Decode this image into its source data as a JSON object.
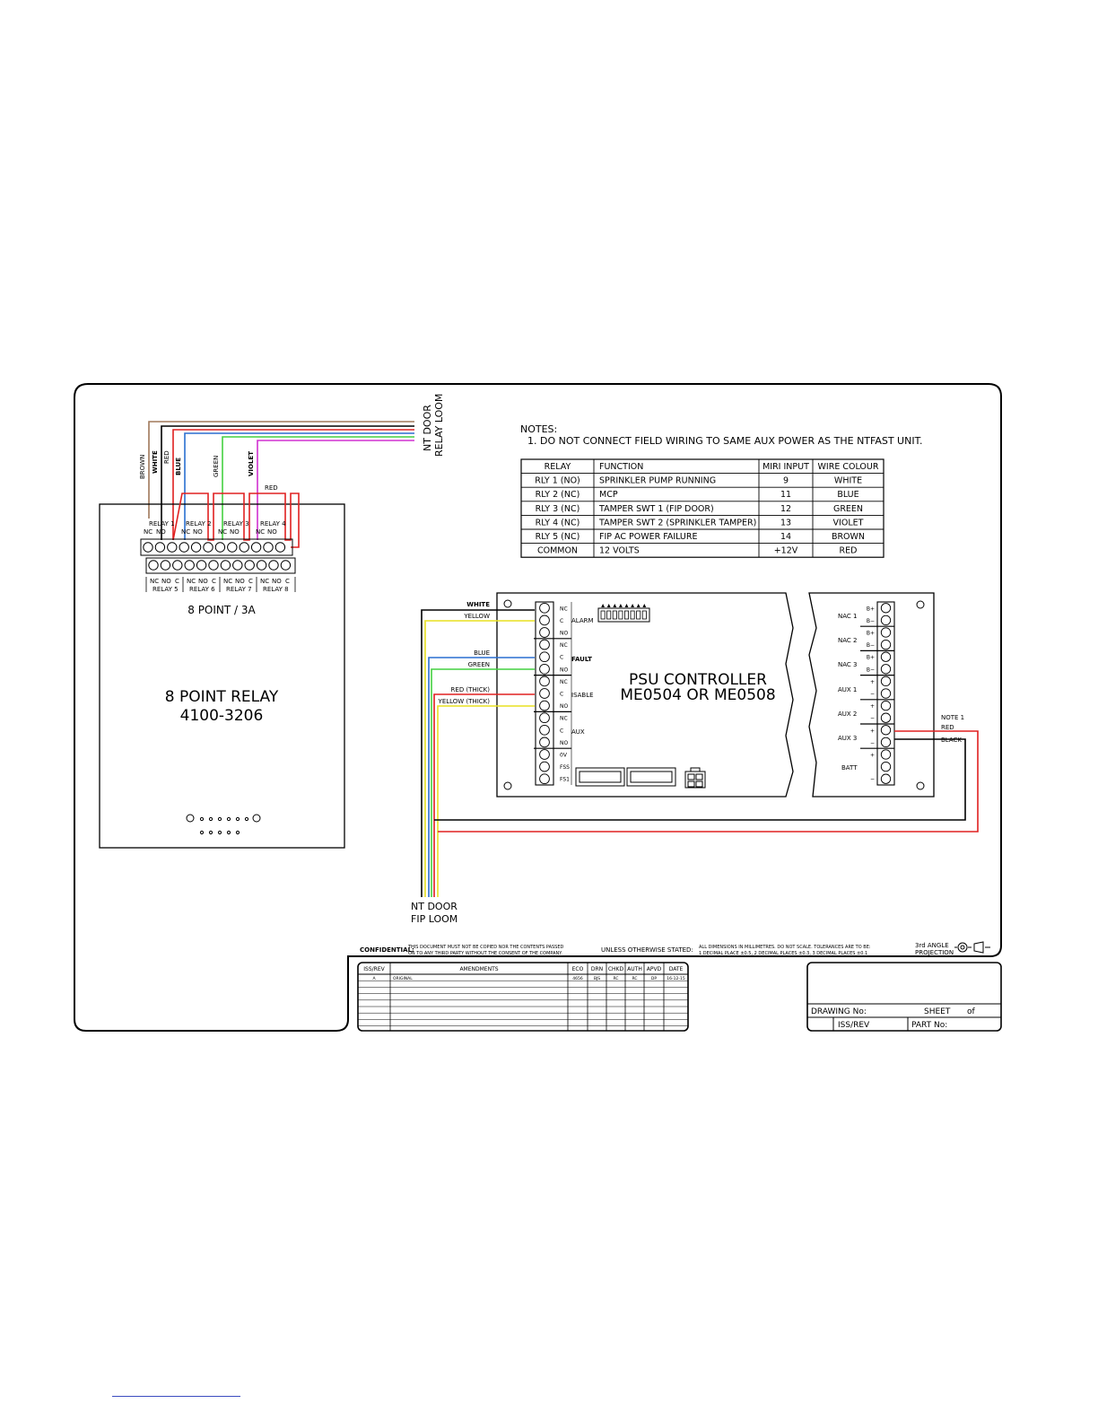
{
  "loom_top": {
    "line1": "NT DOOR",
    "line2": "RELAY LOOM"
  },
  "loom_bottom": {
    "line1": "NT DOOR",
    "line2": "FIP LOOM"
  },
  "wire_labels_top": [
    "BROWN",
    "WHITE",
    "RED",
    "BLUE",
    "GREEN",
    "VIOLET"
  ],
  "relay_module": {
    "title_line1": "8 POINT RELAY",
    "title_line2": "4100-3206",
    "rating": "8 POINT / 3A",
    "red_label": "RED",
    "top_relays": [
      "RELAY 1",
      "RELAY 2",
      "RELAY 3",
      "RELAY 4"
    ],
    "bottom_relays": [
      "RELAY 5",
      "RELAY 6",
      "RELAY 7",
      "RELAY 8"
    ],
    "contact_nc": "NC",
    "contact_no": "NO",
    "contact_c": "C"
  },
  "notes": {
    "heading": "NOTES:",
    "item1": "1.    DO NOT CONNECT FIELD WIRING TO SAME AUX POWER AS THE NTFAST UNIT."
  },
  "relay_table": {
    "headers": [
      "RELAY",
      "FUNCTION",
      "MIRI INPUT",
      "WIRE COLOUR"
    ],
    "rows": [
      [
        "RLY 1 (NO)",
        "SPRINKLER PUMP RUNNING",
        "9",
        "WHITE"
      ],
      [
        "RLY 2 (NC)",
        "MCP",
        "11",
        "BLUE"
      ],
      [
        "RLY 3 (NC)",
        "TAMPER SWT 1 (FIP DOOR)",
        "12",
        "GREEN"
      ],
      [
        "RLY 4 (NC)",
        "TAMPER SWT 2 (SPRINKLER TAMPER)",
        "13",
        "VIOLET"
      ],
      [
        "RLY 5 (NC)",
        "FIP AC POWER FAILURE",
        "14",
        "BROWN"
      ],
      [
        "COMMON",
        "12 VOLTS",
        "+12V",
        "RED"
      ]
    ]
  },
  "psu": {
    "title_line1": "PSU CONTROLLER",
    "title_line2": "ME0504 OR ME0508",
    "left_wire_labels": [
      "WHITE",
      "YELLOW",
      "BLUE",
      "GREEN",
      "RED (THICK)",
      "YELLOW (THICK)"
    ],
    "group_labels": [
      "ALARM",
      "FAULT",
      "ISABLE",
      "AUX"
    ],
    "terminal_labels": [
      "NC",
      "C",
      "NO",
      "0V",
      "FSS",
      "FS1"
    ],
    "right_group_labels": [
      "NAC 1",
      "NAC 2",
      "NAC 3",
      "AUX 1",
      "AUX 2",
      "AUX 3",
      "BATT"
    ],
    "right_wire_labels": [
      "NOTE 1",
      "RED",
      "BLACK"
    ]
  },
  "title_block": {
    "confidential_label": "CONFIDENTIAL:",
    "confidential_text1": "THIS DOCUMENT MUST NOT BE COPIED NOR THE CONTENTS PASSED",
    "confidential_text2": "ON TO ANY THIRD PARTY WITHOUT THE CONSENT OF THE COMPANY.",
    "unless_label": "UNLESS OTHERWISE STATED:",
    "tolerance_text1": "ALL DIMENSIONS IN MILLIMETRES. DO NOT SCALE. TOLERANCES ARE TO BE:",
    "tolerance_text2": "1 DECIMAL PLACE ±0.5, 2 DECIMAL PLACES ±0.3, 3 DECIMAL PLACES ±0.1",
    "projection_line1": "3rd ANGLE",
    "projection_line2": "PROJECTION",
    "rev_headers": [
      "ISS/REV",
      "AMENDMENTS",
      "ECO",
      "DRN",
      "CHKD",
      "AUTH",
      "APVD",
      "DATE"
    ],
    "rev_row": [
      "A",
      "ORIGINAL",
      "4656",
      "BJS",
      "RC",
      "RC",
      "DP",
      "16-12-15"
    ],
    "drawing_no_label": "DRAWING No:",
    "sheet_label": "SHEET",
    "of_label": "of",
    "iss_rev_label": "ISS/REV",
    "part_no_label": "PART No:"
  },
  "colors": {
    "brown": "#a0785a",
    "white_wire": "#000000",
    "red": "#e02020",
    "blue": "#2a6fd0",
    "green": "#44d040",
    "violet": "#d030d0",
    "yellow": "#e8e020",
    "black": "#000000",
    "link": "#3b4cc0"
  }
}
